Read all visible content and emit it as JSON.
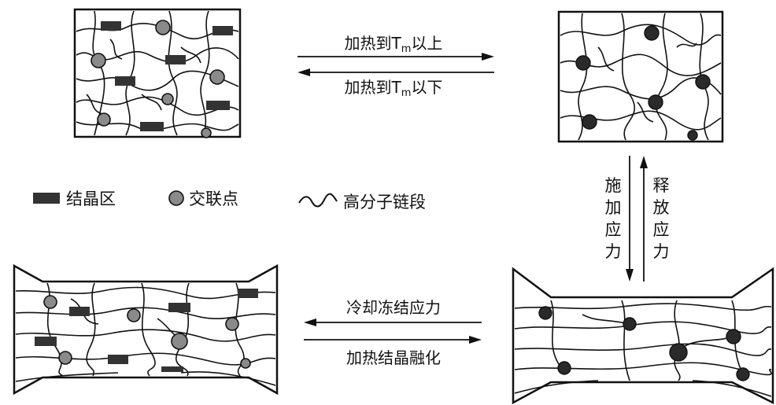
{
  "arrows": {
    "top_right_label": "加热到T",
    "top_right_sub": "m",
    "top_right_suffix": "以上",
    "top_left_label": "加热到T",
    "top_left_sub": "m",
    "top_left_suffix": "以下",
    "down_label": "施加应力",
    "up_label": "释放应力",
    "bottom_left_label": "冷却冻结应力",
    "bottom_right_label": "加热结晶融化"
  },
  "legend": {
    "crystal": "结晶区",
    "crosslink": "交联点",
    "chain": "高分子链段"
  },
  "colors": {
    "ink": "#111111",
    "crystal_fill": "#333333",
    "crosslink_fill": "#8a8a8a",
    "crosslink_dark": "#2a2a2a"
  }
}
